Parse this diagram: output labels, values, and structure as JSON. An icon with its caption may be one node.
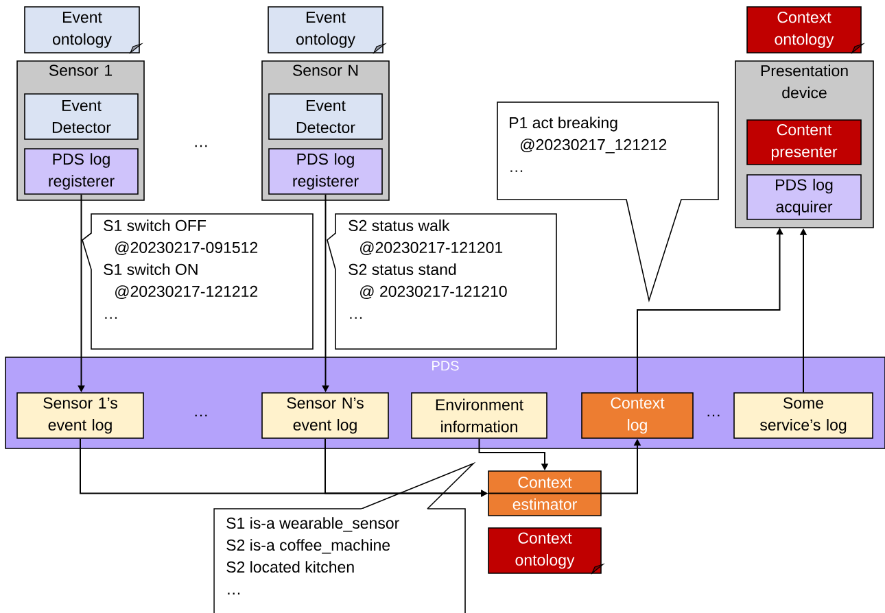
{
  "diagram": {
    "nodes": [
      {
        "text": [
          "Event ontology"
        ]
      },
      {
        "text": [
          "Event ontology"
        ]
      },
      {
        "text": [
          "Context ontology"
        ]
      },
      {
        "text": [
          "Sensor 1"
        ]
      },
      {
        "text": [
          "Event Detector"
        ],
        "in": 3
      },
      {
        "text": [
          "PDS log registerer"
        ],
        "in": 3
      },
      {
        "text": [
          "Sensor N"
        ]
      },
      {
        "text": [
          "Event Detector"
        ],
        "in": 6
      },
      {
        "text": [
          "PDS log registerer"
        ],
        "in": 6
      },
      {
        "text": [
          "Presentation device"
        ]
      },
      {
        "text": [
          "Content presenter"
        ],
        "in": 9
      },
      {
        "text": [
          "PDS log acquirer"
        ],
        "in": 9
      },
      {
        "text": [
          "S1 switch OFF",
          "@20230217-091512",
          "S1 switch ON",
          "@20230217-121212",
          "…"
        ]
      },
      {
        "text": [
          "S2 status walk",
          "@20230217-121201",
          "S2 status stand",
          "@ 20230217-121210",
          "…"
        ]
      },
      {
        "text": [
          "P1 act breaking",
          "@20230217_121212",
          "…"
        ]
      },
      {
        "text": [
          "PDS"
        ]
      },
      {
        "text": [
          "Sensor 1’s event log"
        ],
        "in": 15
      },
      {
        "text": [
          "Sensor N’s event log"
        ],
        "in": 15
      },
      {
        "text": [
          "Environment information"
        ],
        "in": 15
      },
      {
        "text": [
          "Context log"
        ],
        "in": 15
      },
      {
        "text": [
          "Some service’s log"
        ],
        "in": 15
      },
      {
        "text": [
          "Context estimator"
        ]
      },
      {
        "text": [
          "Context ontology"
        ]
      },
      {
        "text": [
          "S1 is-a wearable_sensor",
          "S2 is-a coffee_machine",
          "S2 located kitchen",
          "…"
        ]
      }
    ],
    "edges": [
      {
        "from": 5,
        "to": 16,
        "arrow": "to"
      },
      {
        "from": 8,
        "to": 17,
        "arrow": "to"
      },
      {
        "from": 16,
        "to": 21,
        "arrow": "to"
      },
      {
        "from": 17,
        "to": 21,
        "arrow": "to"
      },
      {
        "from": 18,
        "to": 21,
        "arrow": "to"
      },
      {
        "from": 21,
        "to": 19,
        "arrow": "to"
      },
      {
        "from": 19,
        "to": 9,
        "arrow": "to"
      },
      {
        "from": 20,
        "to": 9,
        "arrow": "to"
      }
    ],
    "labels": [
      "…",
      "…",
      "…"
    ]
  }
}
